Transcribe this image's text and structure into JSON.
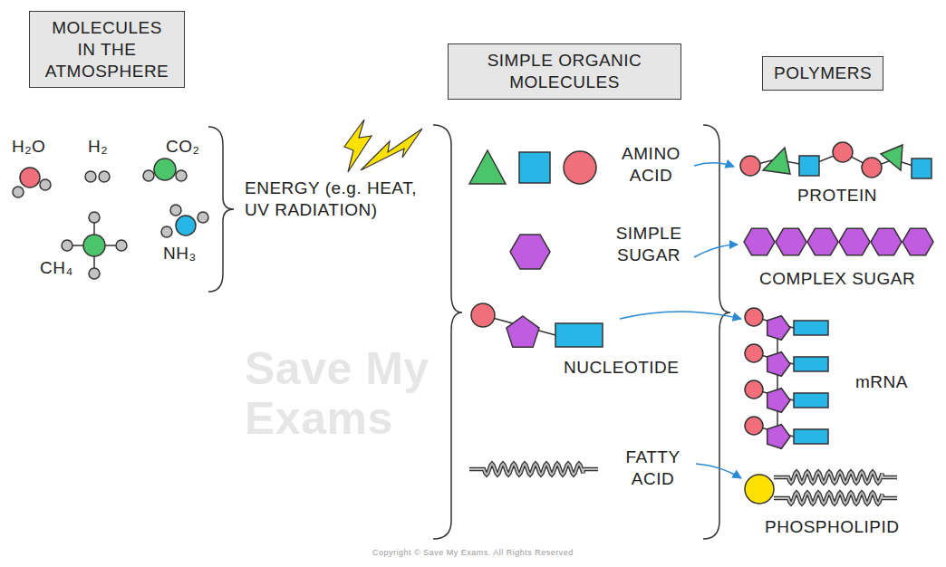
{
  "diagram": {
    "nodes": [
      {
        "text": [
          "MOLECULES IN THE ATMOSPHERE"
        ]
      },
      {
        "text": [
          "SIMPLE ORGANIC MOLECULES"
        ]
      },
      {
        "text": [
          "POLYMERS"
        ]
      }
    ],
    "labels": [
      "H₂O",
      "H₂",
      "CO₂",
      "CH₄",
      "NH₃",
      "ENERGY (e.g. HEAT, UV RADIATION)",
      "AMINO ACID",
      "PROTEIN",
      "SIMPLE SUGAR",
      "COMPLEX SUGAR",
      "NUCLEOTIDE",
      "mRNA",
      "FATTY ACID",
      "PHOSPHOLIPID",
      "Save My Exams",
      "Copyright © Save My Exams. All Rights Reserved"
    ]
  }
}
